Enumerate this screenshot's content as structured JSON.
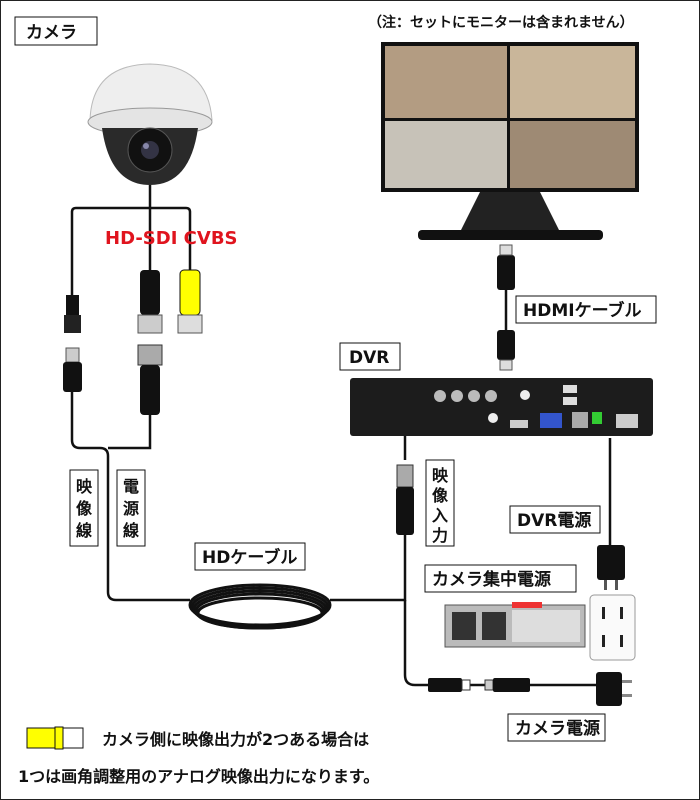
{
  "labels": {
    "camera": "カメラ",
    "monitor_note": "（注：セットにモニターは含まれません）",
    "signal_types": "HD-SDI CVBS",
    "hdmi_cable": "HDMIケーブル",
    "dvr": "DVR",
    "video_line": [
      "映",
      "像",
      "線"
    ],
    "power_line": [
      "電",
      "源",
      "線"
    ],
    "video_input": [
      "映",
      "像",
      "入",
      "力"
    ],
    "hd_cable": "HDケーブル",
    "dvr_power": "DVR電源",
    "central_power": "カメラ集中電源",
    "camera_power": "カメラ電源"
  },
  "footnote": {
    "line1": "カメラ側に映像出力が2つある場合は",
    "line2": "1つは画角調整用のアナログ映像出力になります。"
  },
  "colors": {
    "accent_red": "#e0141e",
    "cvbs_yellow": "#ffff00"
  }
}
